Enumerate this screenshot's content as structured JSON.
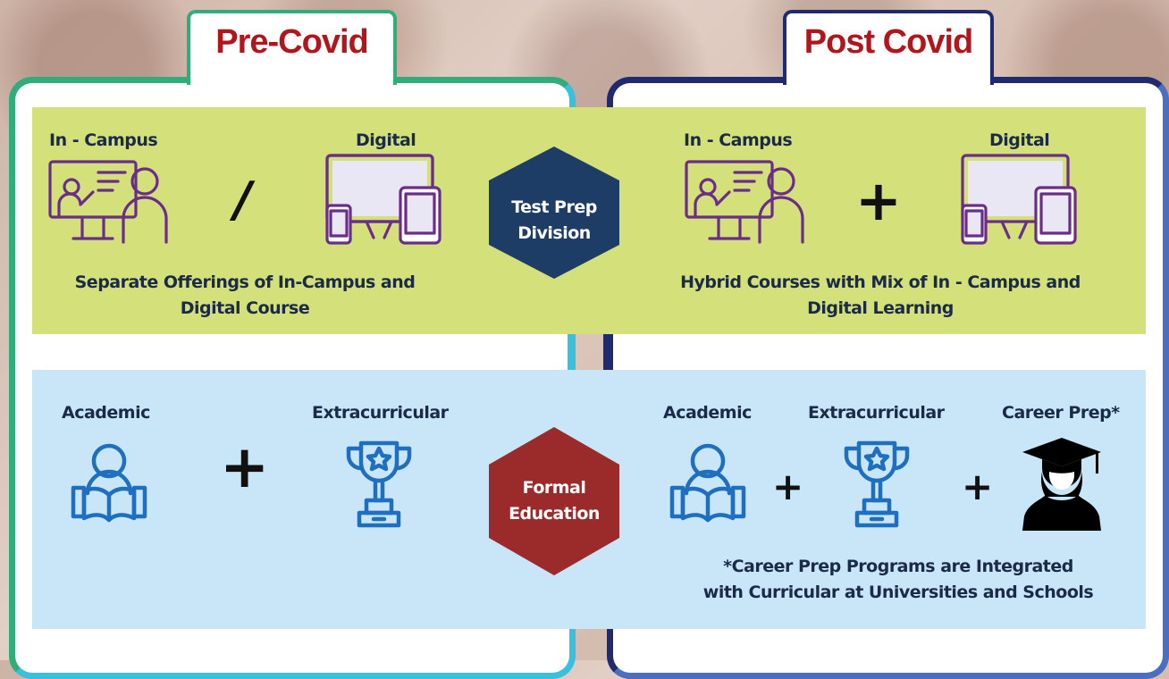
{
  "pre_covid": {
    "tab_title": "Pre-Covid",
    "test_prep": {
      "in_campus_label": "In - Campus",
      "digital_label": "Digital",
      "operator": "/",
      "caption_line1": "Separate Offerings of In-Campus and",
      "caption_line2": "Digital Course"
    },
    "formal": {
      "academic_label": "Academic",
      "extracurricular_label": "Extracurricular",
      "operator": "+"
    }
  },
  "post_covid": {
    "tab_title": "Post Covid",
    "test_prep": {
      "in_campus_label": "In - Campus",
      "digital_label": "Digital",
      "operator": "+",
      "caption_line1": "Hybrid Courses with Mix of In - Campus and",
      "caption_line2": "Digital Learning"
    },
    "formal": {
      "academic_label": "Academic",
      "extracurricular_label": "Extracurricular",
      "career_prep_label": "Career Prep*",
      "operator1": "+",
      "operator2": "+",
      "footnote_line1": "*Career Prep Programs are Integrated",
      "footnote_line2": "with Curricular at Universities and Schools"
    }
  },
  "center": {
    "test_prep_line1": "Test Prep",
    "test_prep_line2": "Division",
    "formal_line1": "Formal",
    "formal_line2": "Education"
  },
  "icons": {
    "classroom": "teacher-at-board-icon",
    "devices": "monitor-tablet-phone-icon",
    "academic": "student-reading-book-icon",
    "extracurricular": "trophy-star-icon",
    "career": "graduate-cap-icon"
  },
  "colors": {
    "tab_title": "#b0161c",
    "left_border": "#2fae7a",
    "right_border": "#1f2a70",
    "green_band": "#d4e07a",
    "blue_band": "#c8e6f7",
    "test_prep_hex": "#1e3d66",
    "formal_hex": "#9b2b2b",
    "icon_purple": "#6b2d8a",
    "icon_blue": "#1f6fc0"
  }
}
